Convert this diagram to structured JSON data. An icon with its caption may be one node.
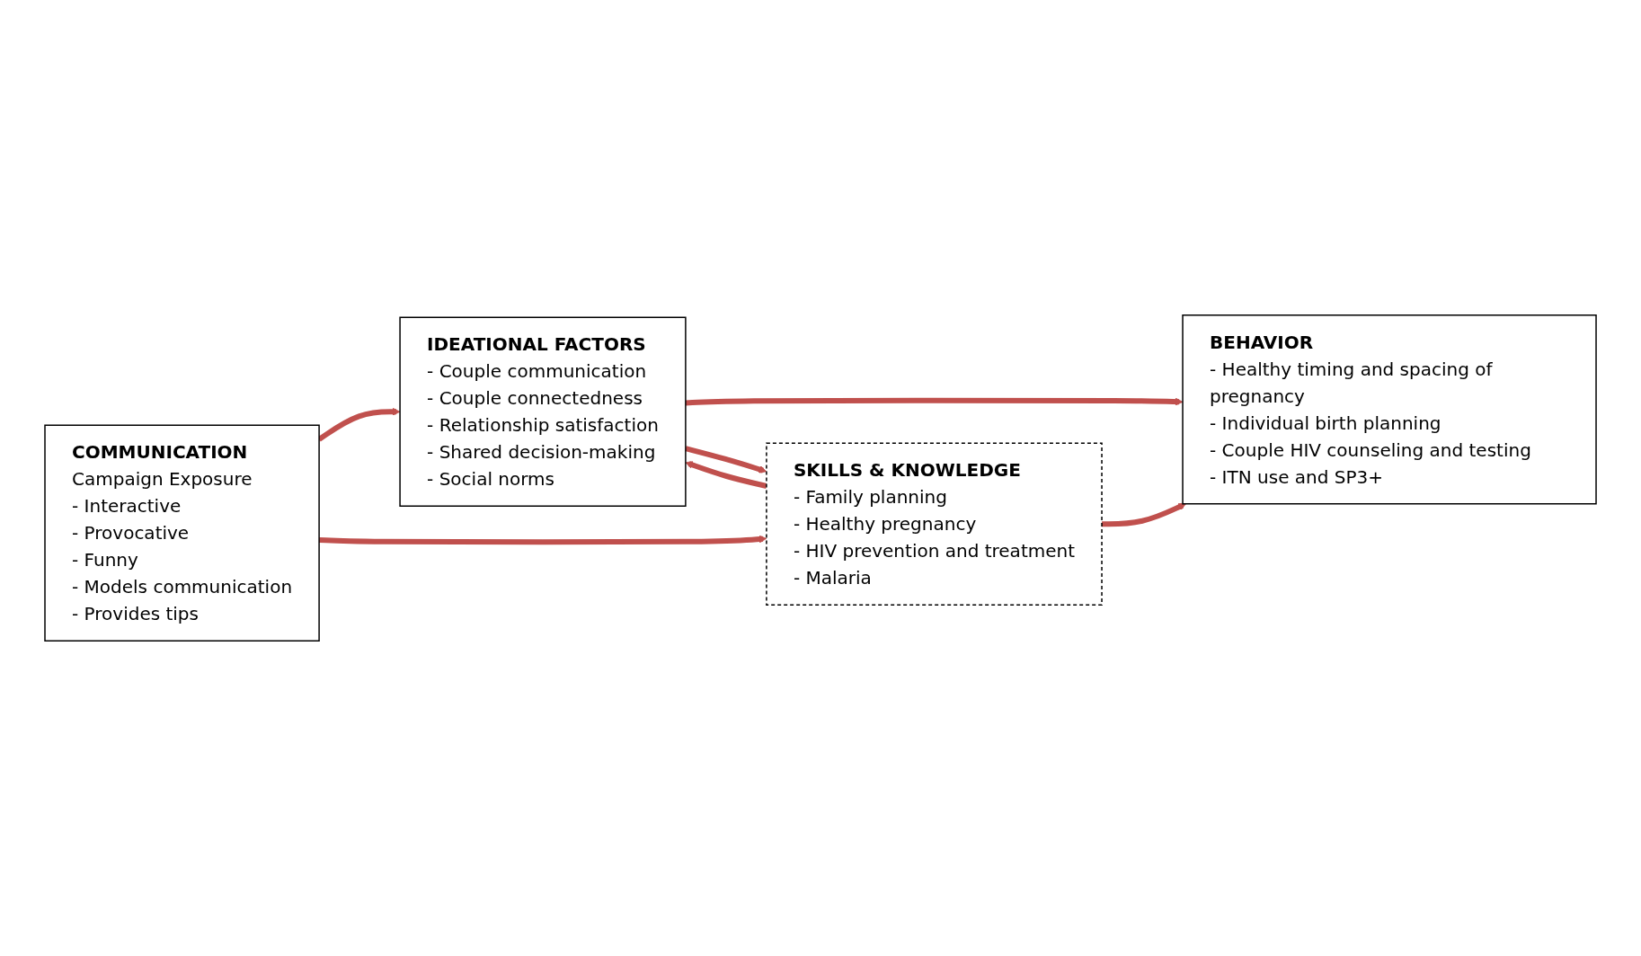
{
  "diagram": {
    "nodes": [
      {
        "text": [
          "COMMUNICATION",
          "Campaign Exposure",
          "- Interactive",
          "- Provocative",
          "- Funny",
          "- Models communication",
          "- Provides tips"
        ]
      },
      {
        "text": [
          "IDEATIONAL FACTORS",
          "- Couple communication",
          "- Couple connectedness",
          "- Relationship satisfaction",
          "- Shared decision-making",
          "- Social norms"
        ]
      },
      {
        "text": [
          "SKILLS & KNOWLEDGE",
          "- Family planning",
          "- Healthy pregnancy",
          "- HIV prevention and treatment",
          "- Malaria"
        ]
      },
      {
        "text": [
          "BEHAVIOR",
          "- Healthy timing and spacing of pregnancy",
          "- Individual birth planning",
          "- Couple HIV counseling and testing",
          "- ITN use and SP3+"
        ]
      }
    ],
    "edges": [
      {
        "from": 0,
        "to": 1,
        "arrow": "to"
      },
      {
        "from": 0,
        "to": 2,
        "arrow": "to"
      },
      {
        "from": 1,
        "to": 3,
        "arrow": "to"
      },
      {
        "from": 2,
        "to": 3,
        "arrow": "to"
      },
      {
        "from": 2,
        "to": 1,
        "arrow": "to"
      },
      {
        "from": 1,
        "to": 2,
        "arrow": "to"
      }
    ]
  }
}
